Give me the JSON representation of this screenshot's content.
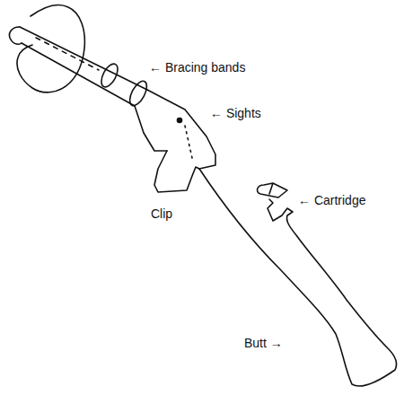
{
  "diagram": {
    "labels": [
      "← Bracing bands",
      "← Sights",
      "Clip",
      "← Cartridge",
      "Butt →"
    ]
  }
}
